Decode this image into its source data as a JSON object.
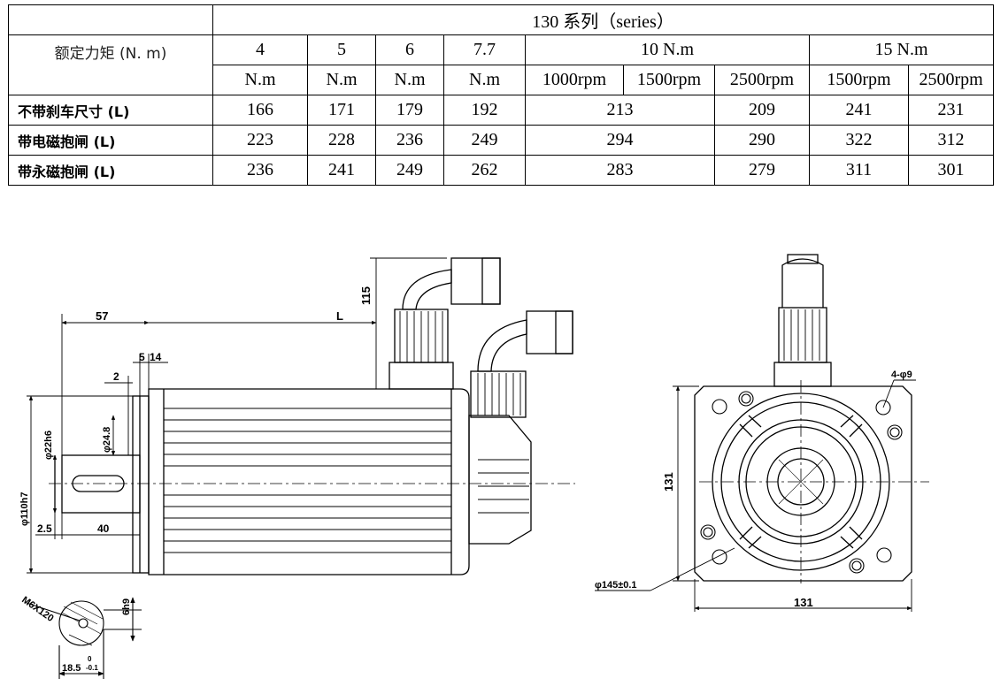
{
  "table": {
    "series_title": "130 系列（series）",
    "torque_label": "额定力矩 (N. m)",
    "torque_values": [
      "4",
      "5",
      "6",
      "7.7"
    ],
    "torque_unit": "N.m",
    "group_10": "10 N.m",
    "group_15": "15 N.m",
    "rpm_10": [
      "1000rpm",
      "1500rpm",
      "2500rpm"
    ],
    "rpm_15": [
      "1500rpm",
      "2500rpm"
    ],
    "rows": [
      {
        "label": "不带刹车尺寸 (L)",
        "values": [
          "166",
          "171",
          "179",
          "192",
          "213",
          "209",
          "241",
          "231"
        ]
      },
      {
        "label": "带电磁抱闸  (L)",
        "values": [
          "223",
          "228",
          "236",
          "249",
          "294",
          "290",
          "322",
          "312"
        ]
      },
      {
        "label": "带永磁抱闸  (L)",
        "values": [
          "236",
          "241",
          "249",
          "262",
          "283",
          "279",
          "311",
          "301"
        ]
      }
    ]
  },
  "drawing": {
    "dims": {
      "d57": "57",
      "dL": "L",
      "d115": "115",
      "d5": "5",
      "d14": "14",
      "d2": "2",
      "d24": "φ24.8",
      "d22": "φ22h6",
      "d110": "φ110h7",
      "d25": "2.5",
      "d40": "40",
      "d131v": "131",
      "d131h": "131",
      "d4x9": "4-φ9",
      "d145": "φ145±0.1",
      "dM6": "M6X120",
      "d6h9": "6h9",
      "d185": "18.5",
      "d185tol_up": "0",
      "d185tol_dn": "-0.1"
    }
  }
}
